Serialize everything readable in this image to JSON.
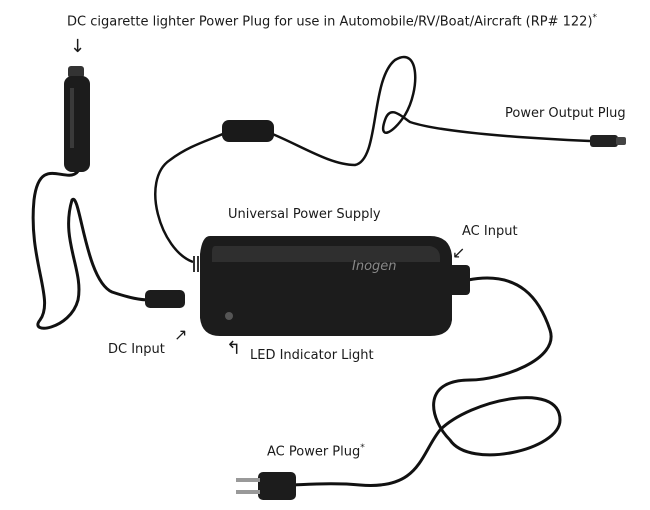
{
  "labels": {
    "dc_plug": "DC cigarette lighter Power Plug for use in Automobile/RV/Boat/Aircraft (RP# 122)",
    "dc_plug_mark": "*",
    "power_output": "Power Output Plug",
    "universal_supply": "Universal Power Supply",
    "ac_input": "AC Input",
    "dc_input": "DC Input",
    "led_indicator": "LED Indicator Light",
    "ac_plug": "AC Power Plug",
    "ac_plug_mark": "*"
  },
  "brand": {
    "logo_text": "Inogen"
  },
  "colors": {
    "cable": "#111111",
    "body": "#1c1c1c",
    "body_highlight": "#2f2f2f",
    "text": "#1a1a1a"
  }
}
